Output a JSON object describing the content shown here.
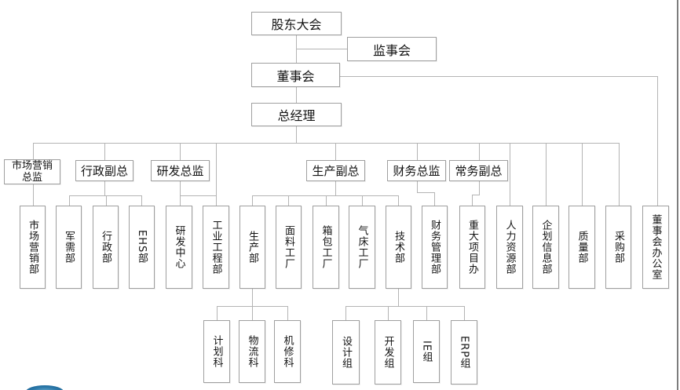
{
  "diagram_type": "organization-chart",
  "colors": {
    "background": "#ffffff",
    "connector_line": "#b4b4b4",
    "box_border": "#9f9f9f",
    "text": "#141414",
    "right_edge": "#7d7d7d",
    "logo_blue": "#2a77a8"
  },
  "nodes": {
    "shareholders_meeting": "股东大会",
    "supervisory_board": "监事会",
    "board_of_directors": "董事会",
    "general_manager": "总经理",
    "marketing_director": "市场营销总监",
    "admin_vp": "行政副总",
    "rd_director": "研发总监",
    "production_vp": "生产副总",
    "finance_director": "财务总监",
    "executive_vp": "常务副总",
    "marketing_dept": "市场营销部",
    "military_supply_dept": "军需部",
    "admin_dept": "行政部",
    "ehs_dept": "EHS部",
    "rd_center": "研发中心",
    "industrial_engineering_dept": "工业工程部",
    "production_dept": "生产部",
    "fabric_factory": "面料工厂",
    "bag_factory": "箱包工厂",
    "airbed_factory": "气床工厂",
    "tech_dept": "技术部",
    "finance_mgmt_dept": "财务管理部",
    "major_projects_office": "重大项目办",
    "hr_dept": "人力资源部",
    "planning_info_dept": "企划信息部",
    "quality_dept": "质量部",
    "purchasing_dept": "采购部",
    "board_office": "董事会办公室",
    "planning_section": "计划科",
    "logistics_section": "物流科",
    "machine_repair_section": "机修科",
    "design_group": "设计组",
    "development_group": "开发组",
    "ie_group": "IE组",
    "erp_group": "ERP组"
  },
  "hierarchy": [
    {
      "parent": "股东大会",
      "children": [
        "监事会",
        "董事会"
      ]
    },
    {
      "parent": "董事会",
      "children": [
        "总经理",
        "董事会办公室"
      ]
    },
    {
      "parent": "总经理",
      "children": [
        "市场营销总监",
        "行政副总",
        "研发总监",
        "生产副总",
        "财务总监",
        "常务副总",
        "人力资源部",
        "企划信息部",
        "质量部",
        "采购部"
      ]
    },
    {
      "parent": "市场营销总监",
      "children": [
        "市场营销部"
      ]
    },
    {
      "parent": "行政副总",
      "children": [
        "军需部",
        "行政部",
        "EHS部"
      ]
    },
    {
      "parent": "研发总监",
      "children": [
        "研发中心",
        "工业工程部"
      ]
    },
    {
      "parent": "生产副总",
      "children": [
        "生产部",
        "面料工厂",
        "箱包工厂",
        "气床工厂",
        "技术部"
      ]
    },
    {
      "parent": "财务总监",
      "children": [
        "财务管理部"
      ]
    },
    {
      "parent": "常务副总",
      "children": [
        "重大项目办"
      ]
    },
    {
      "parent": "生产部",
      "children": [
        "计划科",
        "物流科",
        "机修科"
      ]
    },
    {
      "parent": "技术部",
      "children": [
        "设计组",
        "开发组",
        "IE组",
        "ERP组"
      ]
    }
  ]
}
